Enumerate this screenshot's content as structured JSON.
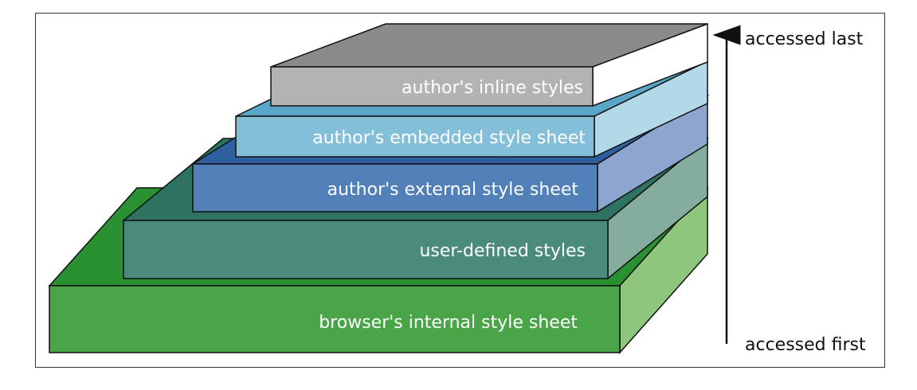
{
  "diagram": {
    "layers": [
      {
        "label": "browser's internal style sheet",
        "colors": {
          "front": "#4aa548",
          "top": "#2a9132",
          "side": "#8ec77b"
        }
      },
      {
        "label": "user-defined styles",
        "colors": {
          "front": "#4b8b7b",
          "top": "#2e7262",
          "side": "#84ad9e"
        }
      },
      {
        "label": "author's external style sheet",
        "colors": {
          "front": "#517fb8",
          "top": "#2e5f9f",
          "side": "#8ca6cf"
        }
      },
      {
        "label": "author's embedded style sheet",
        "colors": {
          "front": "#84bfd9",
          "top": "#5aa6c8",
          "side": "#b3d9e8"
        }
      },
      {
        "label": "author's inline styles",
        "colors": {
          "front": "#b3b3b3",
          "top": "#8a8a8a",
          "side": "#ffffff"
        }
      }
    ],
    "axis": {
      "top_label": "accessed last",
      "bottom_label": "accessed first"
    }
  }
}
